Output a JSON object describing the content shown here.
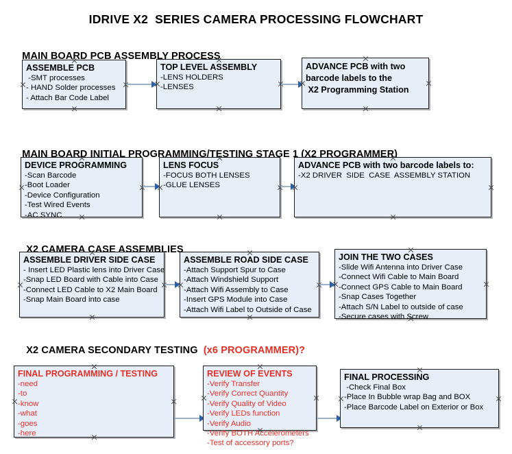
{
  "document": {
    "title": "IDRIVE X2  SERIES CAMERA PROCESSING FLOWCHART"
  },
  "colors": {
    "box_fill": "#e8eef8",
    "box_border": "#1b1b1b",
    "connector": "#9bb1c6",
    "arrowhead": "#2b5fa8",
    "accent_red": "#e03028",
    "text": "#000000"
  },
  "sections": [
    {
      "id": "main-board-pcb-assembly",
      "header": "MAIN BOARD PCB ASSEMBLY PROCESS",
      "header_accent": "",
      "boxes": [
        {
          "id": "assemble-pcb",
          "title": "ASSEMBLE PCB",
          "title_color": "black",
          "lines": [
            " -SMT processes",
            "- HAND Solder processes",
            "- Attach Bar Code Label"
          ]
        },
        {
          "id": "top-level-assembly",
          "title": "TOP LEVEL ASSEMBLY",
          "title_color": "black",
          "lines": [
            "-LENS HOLDERS",
            "-LENSES"
          ]
        },
        {
          "id": "advance-pcb-to-x2-programming-station",
          "title": "ADVANCE PCB with two\nbarcode labels to the\n X2 Programming Station",
          "title_color": "black",
          "lines": []
        }
      ]
    },
    {
      "id": "main-board-initial-programming",
      "header": "MAIN BOARD INITIAL PROGRAMMING/TESTING STAGE 1 (X2 PROGRAMMER)",
      "header_accent": "",
      "boxes": [
        {
          "id": "device-programming",
          "title": "DEVICE PROGRAMMING",
          "title_color": "black",
          "lines": [
            "-Scan Barcode",
            "-Boot Loader",
            "-Device Configuration",
            "-Test Wired Events",
            "-AC SYNC"
          ]
        },
        {
          "id": "lens-focus",
          "title": "LENS FOCUS",
          "title_color": "black",
          "lines": [
            "-FOCUS BOTH LENSES",
            "-GLUE LENSES"
          ]
        },
        {
          "id": "advance-pcb-to-driver-side-case-assembly",
          "title": "ADVANCE PCB with two barcode labels to:",
          "title_color": "black",
          "lines": [
            "-X2 DRIVER  SIDE  CASE  ASSEMBLY STATION"
          ]
        }
      ]
    },
    {
      "id": "x2-camera-case-assemblies",
      "header": "X2 CAMERA CASE ASSEMBLIES",
      "header_accent": "",
      "boxes": [
        {
          "id": "assemble-driver-side-case",
          "title": "ASSEMBLE DRIVER SIDE CASE",
          "title_color": "black",
          "lines": [
            "- Insert LED Plastic lens into Driver Case",
            "-Snap LED Board with Cable into Case",
            "-Connect LED Cable to X2 Main Board",
            "-Snap Main Board into case"
          ]
        },
        {
          "id": "assemble-road-side-case",
          "title": "ASSEMBLE ROAD SIDE CASE",
          "title_color": "black",
          "lines": [
            "-Attach Support Spur to Case",
            "-Attach Windshield Support",
            "-Attach Wifi Assembly to Case",
            "-Insert GPS Module into Case",
            "-Attach Wifi Label to Outside of Case"
          ]
        },
        {
          "id": "join-the-two-cases",
          "title": "JOIN THE TWO CASES",
          "title_color": "black",
          "lines": [
            "-Slide Wifi Antenna into Driver Case",
            "-Connect Wifi Cable to Main Board",
            "-Connect GPS Cable to Main Board",
            "-Snap Cases Together",
            "-Attach S/N Label to outside of case",
            "-Secure cases with Screw"
          ]
        }
      ]
    },
    {
      "id": "x2-camera-secondary-testing",
      "header": "X2 CAMERA SECONDARY TESTING ",
      "header_accent": " (x6 PROGRAMMER)?",
      "boxes": [
        {
          "id": "final-programming-testing",
          "title": "FINAL PROGRAMMING / TESTING",
          "title_color": "red",
          "lines": [
            "-need",
            "-to",
            "-know",
            "-what",
            "-goes",
            "-here"
          ]
        },
        {
          "id": "review-of-events",
          "title": "REVIEW OF EVENTS",
          "title_color": "red",
          "lines": [
            "-Verify Transfer",
            "-Verify Correct Quantity",
            "-Verify Quality of Video",
            "-Verify LEDs function",
            "-Verify Audio",
            "-Verify BOTH Accelerometers",
            "-Test of accessory ports?"
          ]
        },
        {
          "id": "final-processing",
          "title": "FINAL PROCESSING",
          "title_color": "black",
          "lines": [
            " -Check Final Box",
            "-Place In Bubble wrap Bag and BOX",
            "-Place Barcode Label on Exterior or Box"
          ]
        }
      ]
    }
  ]
}
